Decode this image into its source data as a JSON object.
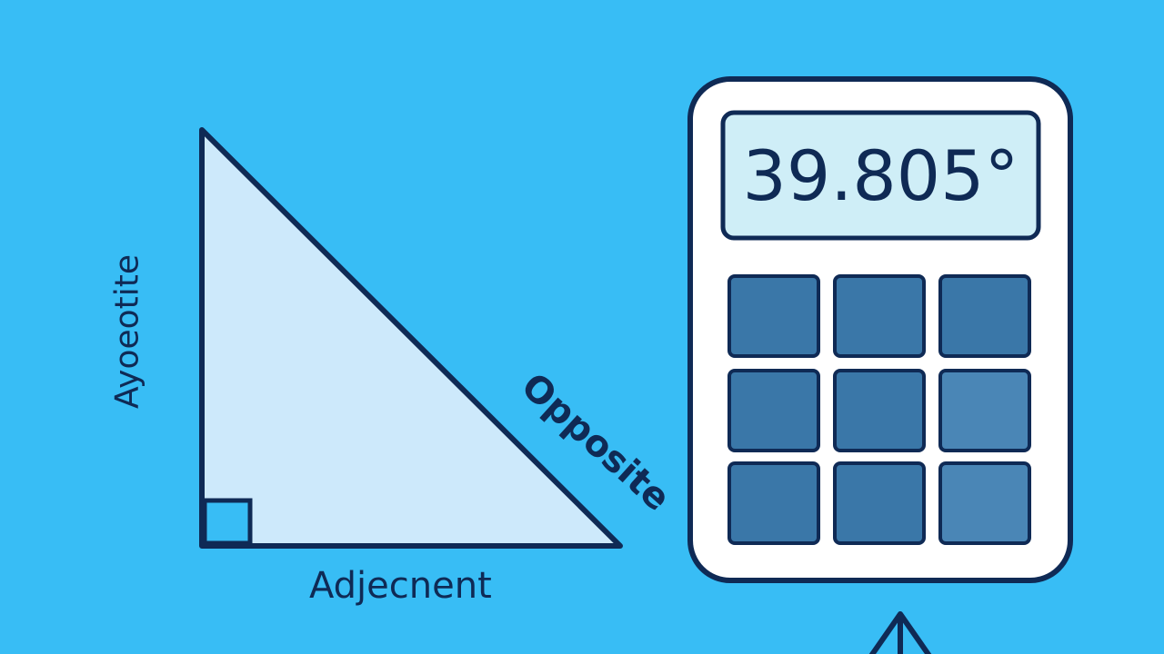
{
  "triangle": {
    "labels": {
      "adjacent": "Adjecnent",
      "vertical_side": "Ayoeotite",
      "hypotenuse_side": "Opposite"
    }
  },
  "calculator": {
    "display_value": "39.805°",
    "keys": [
      {
        "row": 1,
        "col": 1
      },
      {
        "row": 1,
        "col": 2
      },
      {
        "row": 1,
        "col": 3
      },
      {
        "row": 2,
        "col": 1
      },
      {
        "row": 2,
        "col": 2
      },
      {
        "row": 2,
        "col": 3
      },
      {
        "row": 3,
        "col": 1
      },
      {
        "row": 3,
        "col": 2
      },
      {
        "row": 3,
        "col": 3
      }
    ]
  },
  "colors": {
    "background": "#38bdf5",
    "outline": "#0f2a55",
    "triangle_fill": "#cde9fb",
    "calculator_body": "#ffffff",
    "display_fill": "#cfeef7",
    "key_fill": "#3a77a8"
  }
}
